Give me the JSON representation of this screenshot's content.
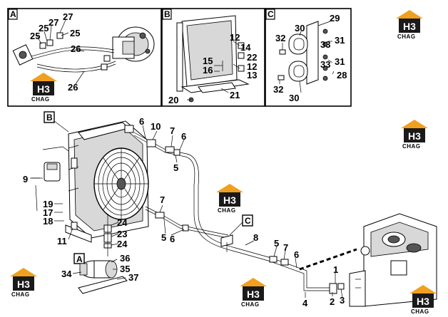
{
  "panels": [
    {
      "letter": "A"
    },
    {
      "letter": "B"
    },
    {
      "letter": "C"
    }
  ],
  "main_labels": {
    "B": "B",
    "A": "A",
    "C": "C"
  },
  "logo": {
    "mark": "H3",
    "text": "CHAG",
    "colors": {
      "roof": "#f0a020",
      "box": "#1a1a1a",
      "text": "#ffffff"
    }
  },
  "parts": {
    "panelA": [
      "25",
      "25",
      "27",
      "27",
      "25",
      "26",
      "26"
    ],
    "panelB": [
      "12",
      "14",
      "22",
      "12",
      "13",
      "15",
      "16",
      "20",
      "21"
    ],
    "panelC": [
      "29",
      "30",
      "32",
      "33",
      "31",
      "33",
      "31",
      "28",
      "32",
      "30"
    ],
    "main": [
      "6",
      "10",
      "7",
      "6",
      "5",
      "9",
      "19",
      "17",
      "18",
      "11",
      "7",
      "5",
      "6",
      "24",
      "23",
      "24",
      "8",
      "5",
      "7",
      "6",
      "36",
      "35",
      "37",
      "34",
      "1",
      "2",
      "3",
      "4"
    ]
  }
}
